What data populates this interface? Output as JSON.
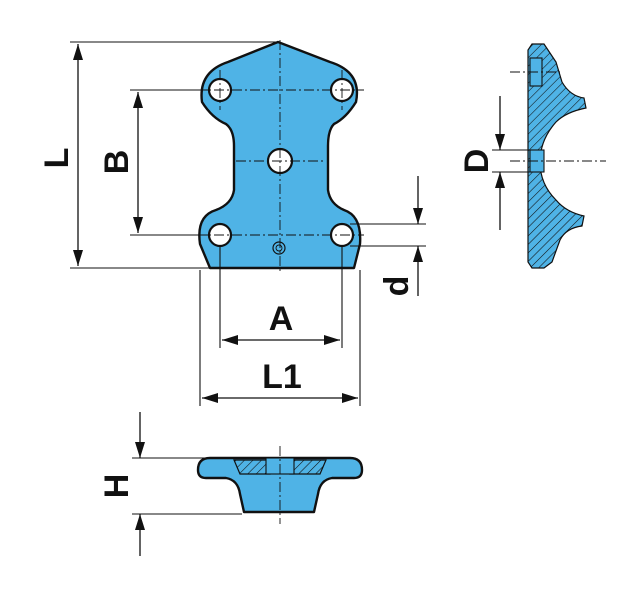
{
  "colors": {
    "part": "#4fb3e6",
    "line": "#111111",
    "background": "#ffffff"
  },
  "labels": {
    "L": "L",
    "B": "B",
    "A": "A",
    "L1": "L1",
    "D": "D",
    "d": "d",
    "H": "H"
  },
  "icons": {
    "emblem": "manufacturer-emblem-icon"
  }
}
